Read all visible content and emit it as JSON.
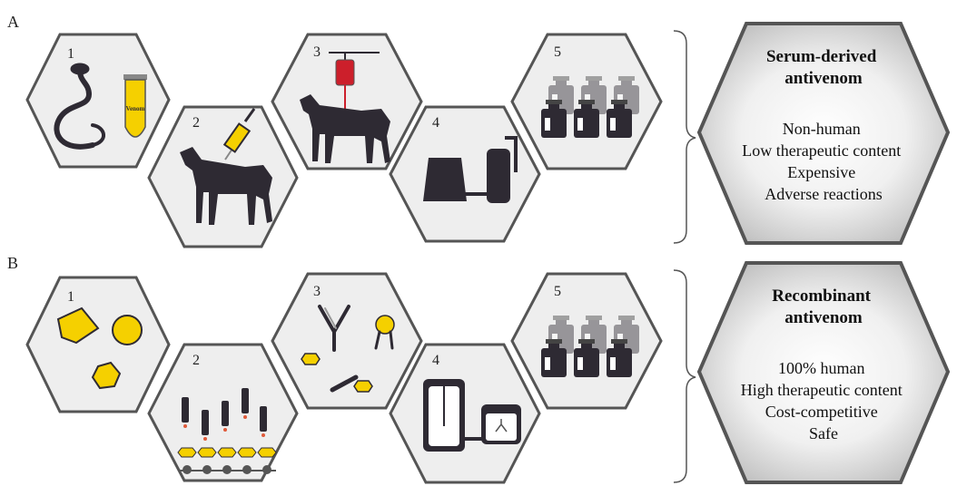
{
  "panels": [
    {
      "label": "A",
      "steps": [
        "1",
        "2",
        "3",
        "4",
        "5"
      ],
      "tube_text": "Venom",
      "summary": {
        "title": [
          "Serum-derived",
          "antivenom"
        ],
        "lines": [
          "Non-human",
          "Low therapeutic content",
          "Expensive",
          "Adverse reactions"
        ]
      }
    },
    {
      "label": "B",
      "steps": [
        "1",
        "2",
        "3",
        "4",
        "5"
      ],
      "summary": {
        "title": [
          "Recombinant",
          "antivenom"
        ],
        "lines": [
          "100% human",
          "High therapeutic content",
          "Cost-competitive",
          "Safe"
        ]
      }
    }
  ],
  "colors": {
    "hex_fill": "#eeeeee",
    "hex_stroke": "#555555",
    "dark": "#2e2a33",
    "yellow": "#f5d000",
    "blood": "#cc1f2b",
    "summary_fill_center": "#ffffff",
    "summary_fill_edge": "#bdbdbd"
  }
}
